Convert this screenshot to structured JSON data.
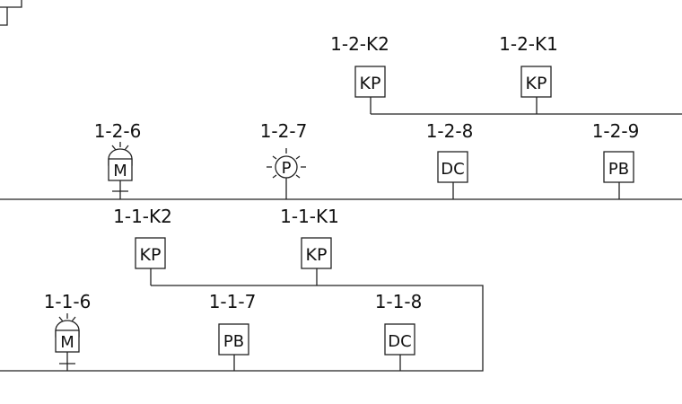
{
  "diagram": {
    "device_labels": {
      "top_k2": "1-2-K2",
      "top_k1": "1-2-K1",
      "d126": "1-2-6",
      "d127": "1-2-7",
      "d128": "1-2-8",
      "d129": "1-2-9",
      "mid_k2": "1-1-K2",
      "mid_k1": "1-1-K1",
      "d116": "1-1-6",
      "d117": "1-1-7",
      "d118": "1-1-8"
    },
    "device_texts": {
      "top_k2": "KP",
      "top_k1": "KP",
      "d126": "M",
      "d127": "P",
      "d128": "DC",
      "d129": "PB",
      "mid_k2": "KP",
      "mid_k1": "KP",
      "d116": "M",
      "d117": "PB",
      "d118": "DC"
    }
  }
}
